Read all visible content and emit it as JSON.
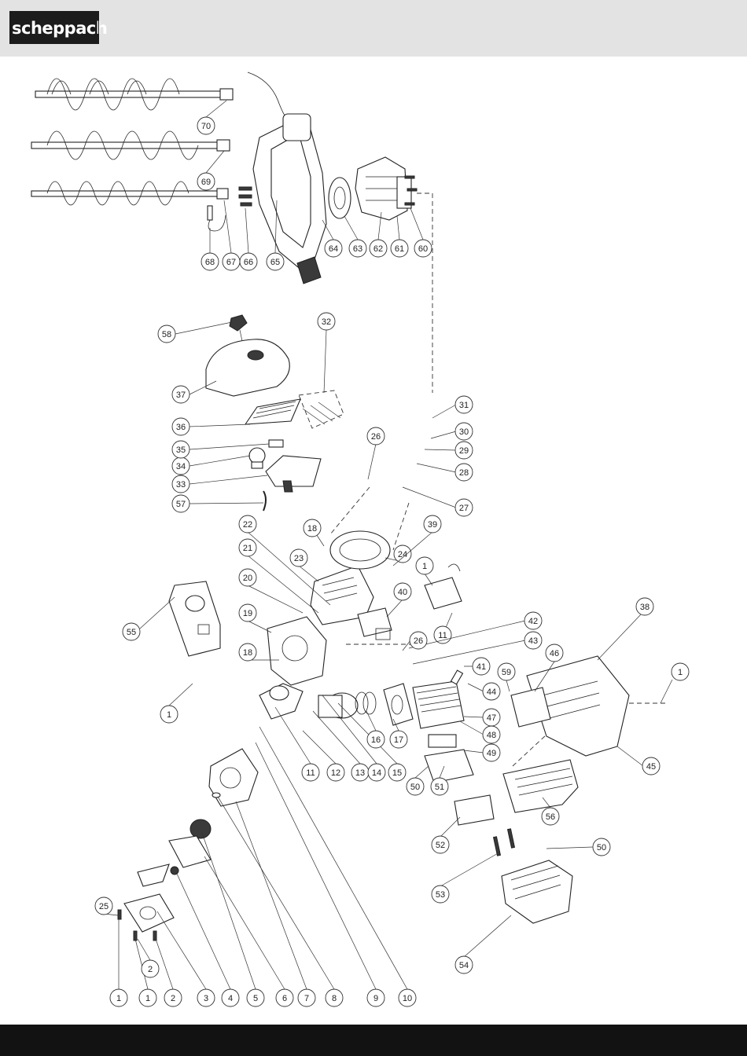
{
  "header": {
    "brand": "scheppach",
    "background": "#e3e3e3",
    "logo_bg": "#1c1c1c"
  },
  "footer": {
    "background": "#121212"
  },
  "parts": [
    {
      "num": "1"
    },
    {
      "num": "1"
    },
    {
      "num": "2"
    },
    {
      "num": "3"
    },
    {
      "num": "4"
    },
    {
      "num": "5"
    },
    {
      "num": "6"
    },
    {
      "num": "7"
    },
    {
      "num": "8"
    },
    {
      "num": "9"
    },
    {
      "num": "10"
    },
    {
      "num": "25"
    },
    {
      "num": "2"
    },
    {
      "num": "1"
    },
    {
      "num": "11"
    },
    {
      "num": "12"
    },
    {
      "num": "13"
    },
    {
      "num": "14"
    },
    {
      "num": "15"
    },
    {
      "num": "16"
    },
    {
      "num": "17"
    },
    {
      "num": "18"
    },
    {
      "num": "19"
    },
    {
      "num": "20"
    },
    {
      "num": "21"
    },
    {
      "num": "22"
    },
    {
      "num": "23"
    },
    {
      "num": "18"
    },
    {
      "num": "24"
    },
    {
      "num": "26"
    },
    {
      "num": "27"
    },
    {
      "num": "28"
    },
    {
      "num": "29"
    },
    {
      "num": "30"
    },
    {
      "num": "31"
    },
    {
      "num": "32"
    },
    {
      "num": "33"
    },
    {
      "num": "34"
    },
    {
      "num": "35"
    },
    {
      "num": "36"
    },
    {
      "num": "37"
    },
    {
      "num": "57"
    },
    {
      "num": "58"
    },
    {
      "num": "55"
    },
    {
      "num": "1"
    },
    {
      "num": "39"
    },
    {
      "num": "40"
    },
    {
      "num": "11"
    },
    {
      "num": "1"
    },
    {
      "num": "41"
    },
    {
      "num": "42"
    },
    {
      "num": "43"
    },
    {
      "num": "26"
    },
    {
      "num": "44"
    },
    {
      "num": "46"
    },
    {
      "num": "47"
    },
    {
      "num": "48"
    },
    {
      "num": "49"
    },
    {
      "num": "50"
    },
    {
      "num": "51"
    },
    {
      "num": "52"
    },
    {
      "num": "53"
    },
    {
      "num": "54"
    },
    {
      "num": "50"
    },
    {
      "num": "56"
    },
    {
      "num": "45"
    },
    {
      "num": "38"
    },
    {
      "num": "1"
    },
    {
      "num": "59"
    },
    {
      "num": "60"
    },
    {
      "num": "61"
    },
    {
      "num": "62"
    },
    {
      "num": "63"
    },
    {
      "num": "64"
    },
    {
      "num": "65"
    },
    {
      "num": "66"
    },
    {
      "num": "67"
    },
    {
      "num": "68"
    },
    {
      "num": "69"
    },
    {
      "num": "70"
    }
  ]
}
